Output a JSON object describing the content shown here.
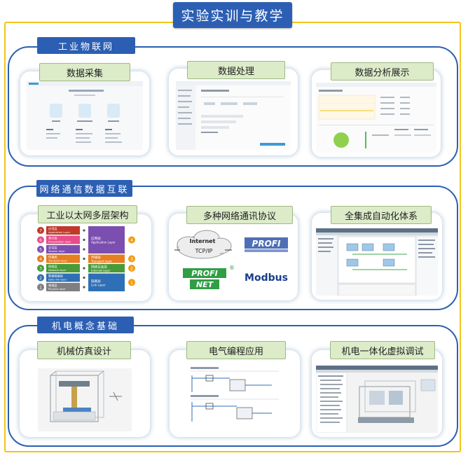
{
  "main_title": "实验实训与教学",
  "sections": [
    {
      "title": "工业物联网",
      "cards": [
        {
          "title": "数据采集"
        },
        {
          "title": "数据处理"
        },
        {
          "title": "数据分析展示"
        }
      ]
    },
    {
      "title": "网络通信数据互联",
      "cards": [
        {
          "title": "工业以太网多层架构"
        },
        {
          "title": "多种网络通讯协议"
        },
        {
          "title": "全集成自动化体系"
        }
      ]
    },
    {
      "title": "机电概念基础",
      "cards": [
        {
          "title": "机械仿真设计"
        },
        {
          "title": "电气编程应用"
        },
        {
          "title": "机电一体化虚拟调试"
        }
      ]
    }
  ],
  "osi": {
    "layers": [
      {
        "num": "7",
        "cn": "应用层",
        "en": "Application Layer"
      },
      {
        "num": "6",
        "cn": "表示层",
        "en": "Presentation layer"
      },
      {
        "num": "5",
        "cn": "会话层",
        "en": "Session layer"
      },
      {
        "num": "4",
        "cn": "传输层",
        "en": "Transport layer"
      },
      {
        "num": "3",
        "cn": "网络层",
        "en": "Network layer"
      },
      {
        "num": "2",
        "cn": "数据链路层",
        "en": "Data link layer"
      },
      {
        "num": "1",
        "cn": "物理层",
        "en": "Physical layer"
      }
    ],
    "tcpip": [
      {
        "num": "4",
        "cn": "应用层",
        "en": "Application Layer"
      },
      {
        "num": "3",
        "cn": "传输层",
        "en": "Transport layer"
      },
      {
        "num": "2",
        "cn": "网络互连层",
        "en": "Internet layer"
      },
      {
        "num": "1",
        "cn": "链路层",
        "en": "Link Layer"
      }
    ]
  },
  "protocols": {
    "cloud_line1": "Internet",
    "cloud_line2": "TCP/IP",
    "profibus": "PROFI",
    "profinet_top": "PROFI",
    "profinet_bottom": "NET",
    "modbus": "Modbus",
    "registered": "®"
  },
  "colors": {
    "blue": "#2c5fb3",
    "gold": "#f0c419",
    "card_title_bg": "#dcebc8",
    "osi": [
      "#c0392b",
      "#e84c8b",
      "#7b4fb0",
      "#e67e22",
      "#4a9a3a",
      "#2f6fb5",
      "#7f7f7f"
    ]
  }
}
